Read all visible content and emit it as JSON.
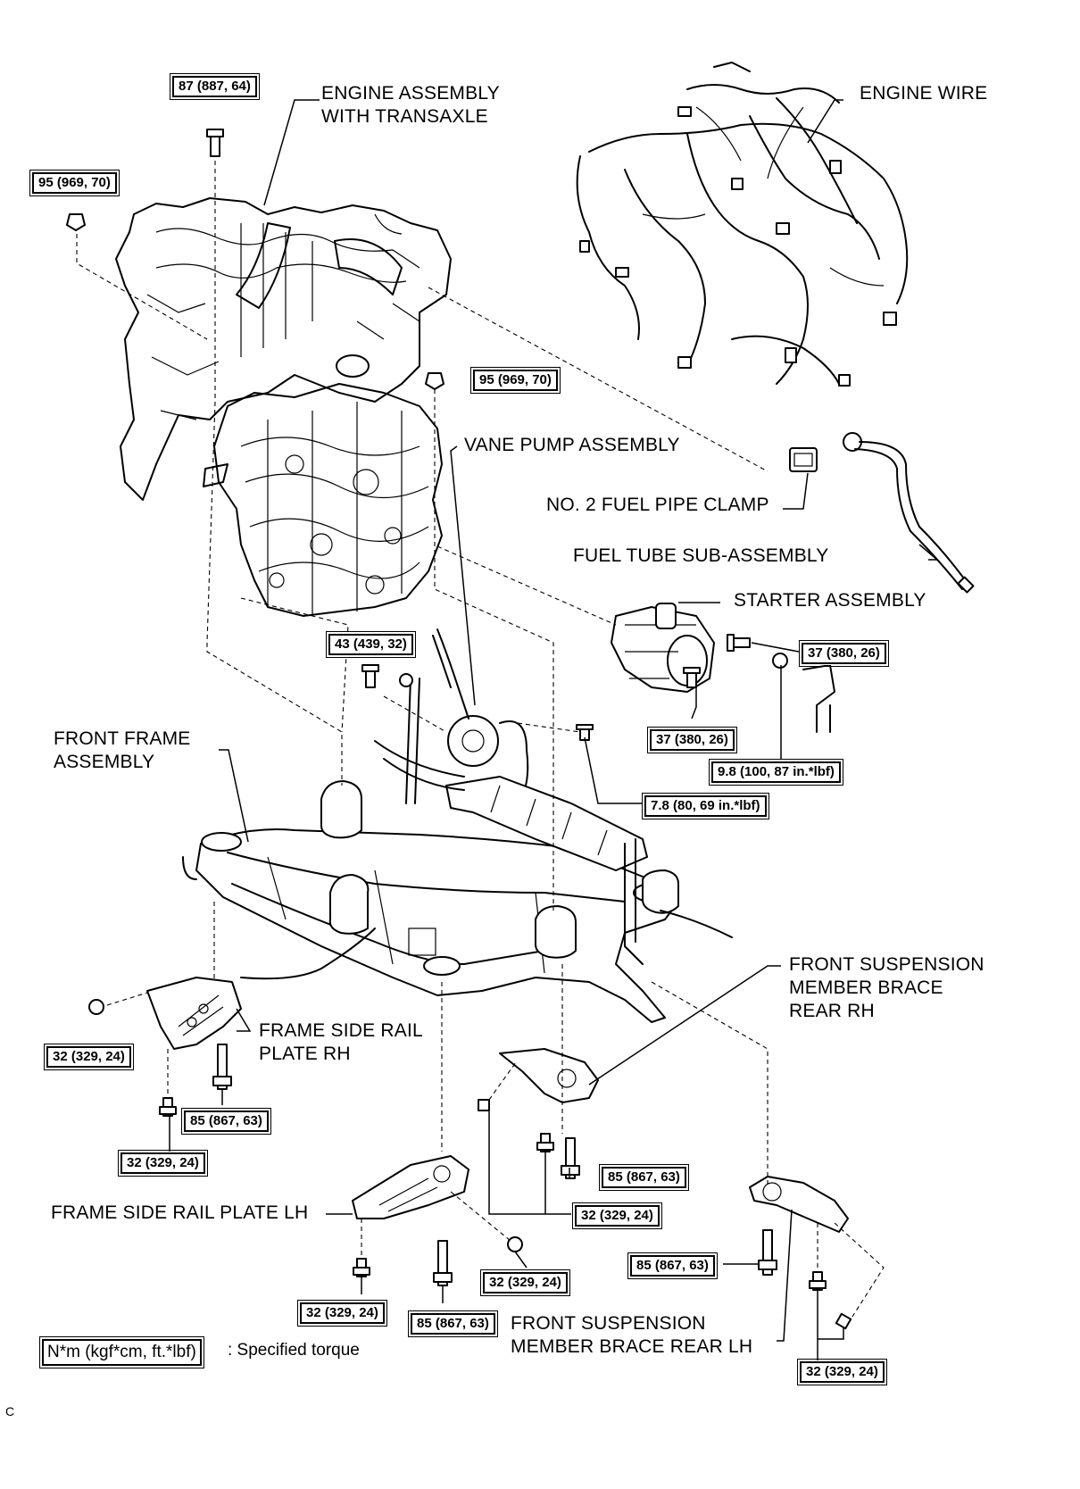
{
  "labels": {
    "engine_assembly": [
      "ENGINE ASSEMBLY",
      "WITH TRANSAXLE"
    ],
    "engine_wire": "ENGINE WIRE",
    "vane_pump": "VANE PUMP ASSEMBLY",
    "fuel_pipe_clamp": "NO. 2 FUEL PIPE CLAMP",
    "fuel_tube": "FUEL TUBE SUB-ASSEMBLY",
    "starter": "STARTER ASSEMBLY",
    "front_frame": [
      "FRONT FRAME",
      "ASSEMBLY"
    ],
    "front_susp_brace_rh": [
      "FRONT SUSPENSION",
      "MEMBER BRACE",
      "REAR RH"
    ],
    "frame_side_rail_rh": [
      "FRAME SIDE RAIL",
      "PLATE RH"
    ],
    "frame_side_rail_lh": "FRAME SIDE RAIL PLATE LH",
    "front_susp_brace_lh": [
      "FRONT SUSPENSION",
      "MEMBER BRACE REAR LH"
    ]
  },
  "torques": {
    "t_87_top": "87 (887, 64)",
    "t_95_left": "95 (969, 70)",
    "t_95_mid": "95 (969, 70)",
    "t_43": "43 (439, 32)",
    "t_37_a": "37 (380, 26)",
    "t_37_b": "37 (380, 26)",
    "t_9_8": "9.8 (100, 87 in.*lbf)",
    "t_7_8": "7.8 (80, 69 in.*lbf)",
    "t_32_rh_nut": "32 (329, 24)",
    "t_85_rh": "85 (867, 63)",
    "t_32_rh_bolt": "32 (329, 24)",
    "t_85_center": "85 (867, 63)",
    "t_32_center": "32 (329, 24)",
    "t_32_lh_nut": "32 (329, 24)",
    "t_32_lh_bolt": "32 (329, 24)",
    "t_85_lh": "85 (867, 63)",
    "t_85_brace_lh": "85 (867, 63)",
    "t_32_brace_lh": "32 (329, 24)"
  },
  "legend": {
    "box": "N*m (kgf*cm, ft.*lbf)",
    "text": ": Specified torque"
  },
  "corner_mark": "C"
}
